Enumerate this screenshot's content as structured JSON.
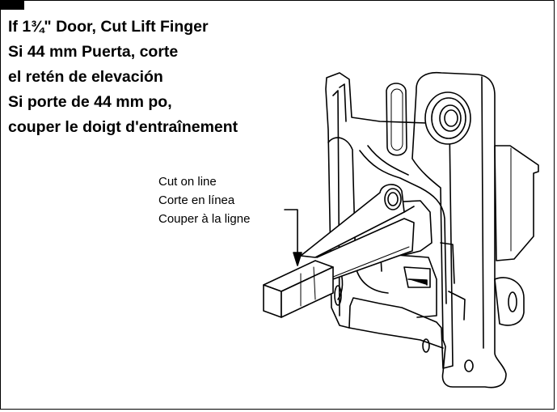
{
  "heading": {
    "lines": [
      "If 1¾\" Door, Cut Lift Finger",
      "Si 44 mm Puerta, corte",
      "el retén de elevación",
      "Si porte de 44 mm po,",
      "couper le doigt d'entraînement"
    ]
  },
  "callout": {
    "lines": [
      "Cut on line",
      "Corte en línea",
      "Couper à la ligne"
    ]
  },
  "illustration": {
    "subject": "latch-mechanism-with-lift-finger",
    "line_color": "#000000",
    "fill_color": "#ffffff"
  }
}
